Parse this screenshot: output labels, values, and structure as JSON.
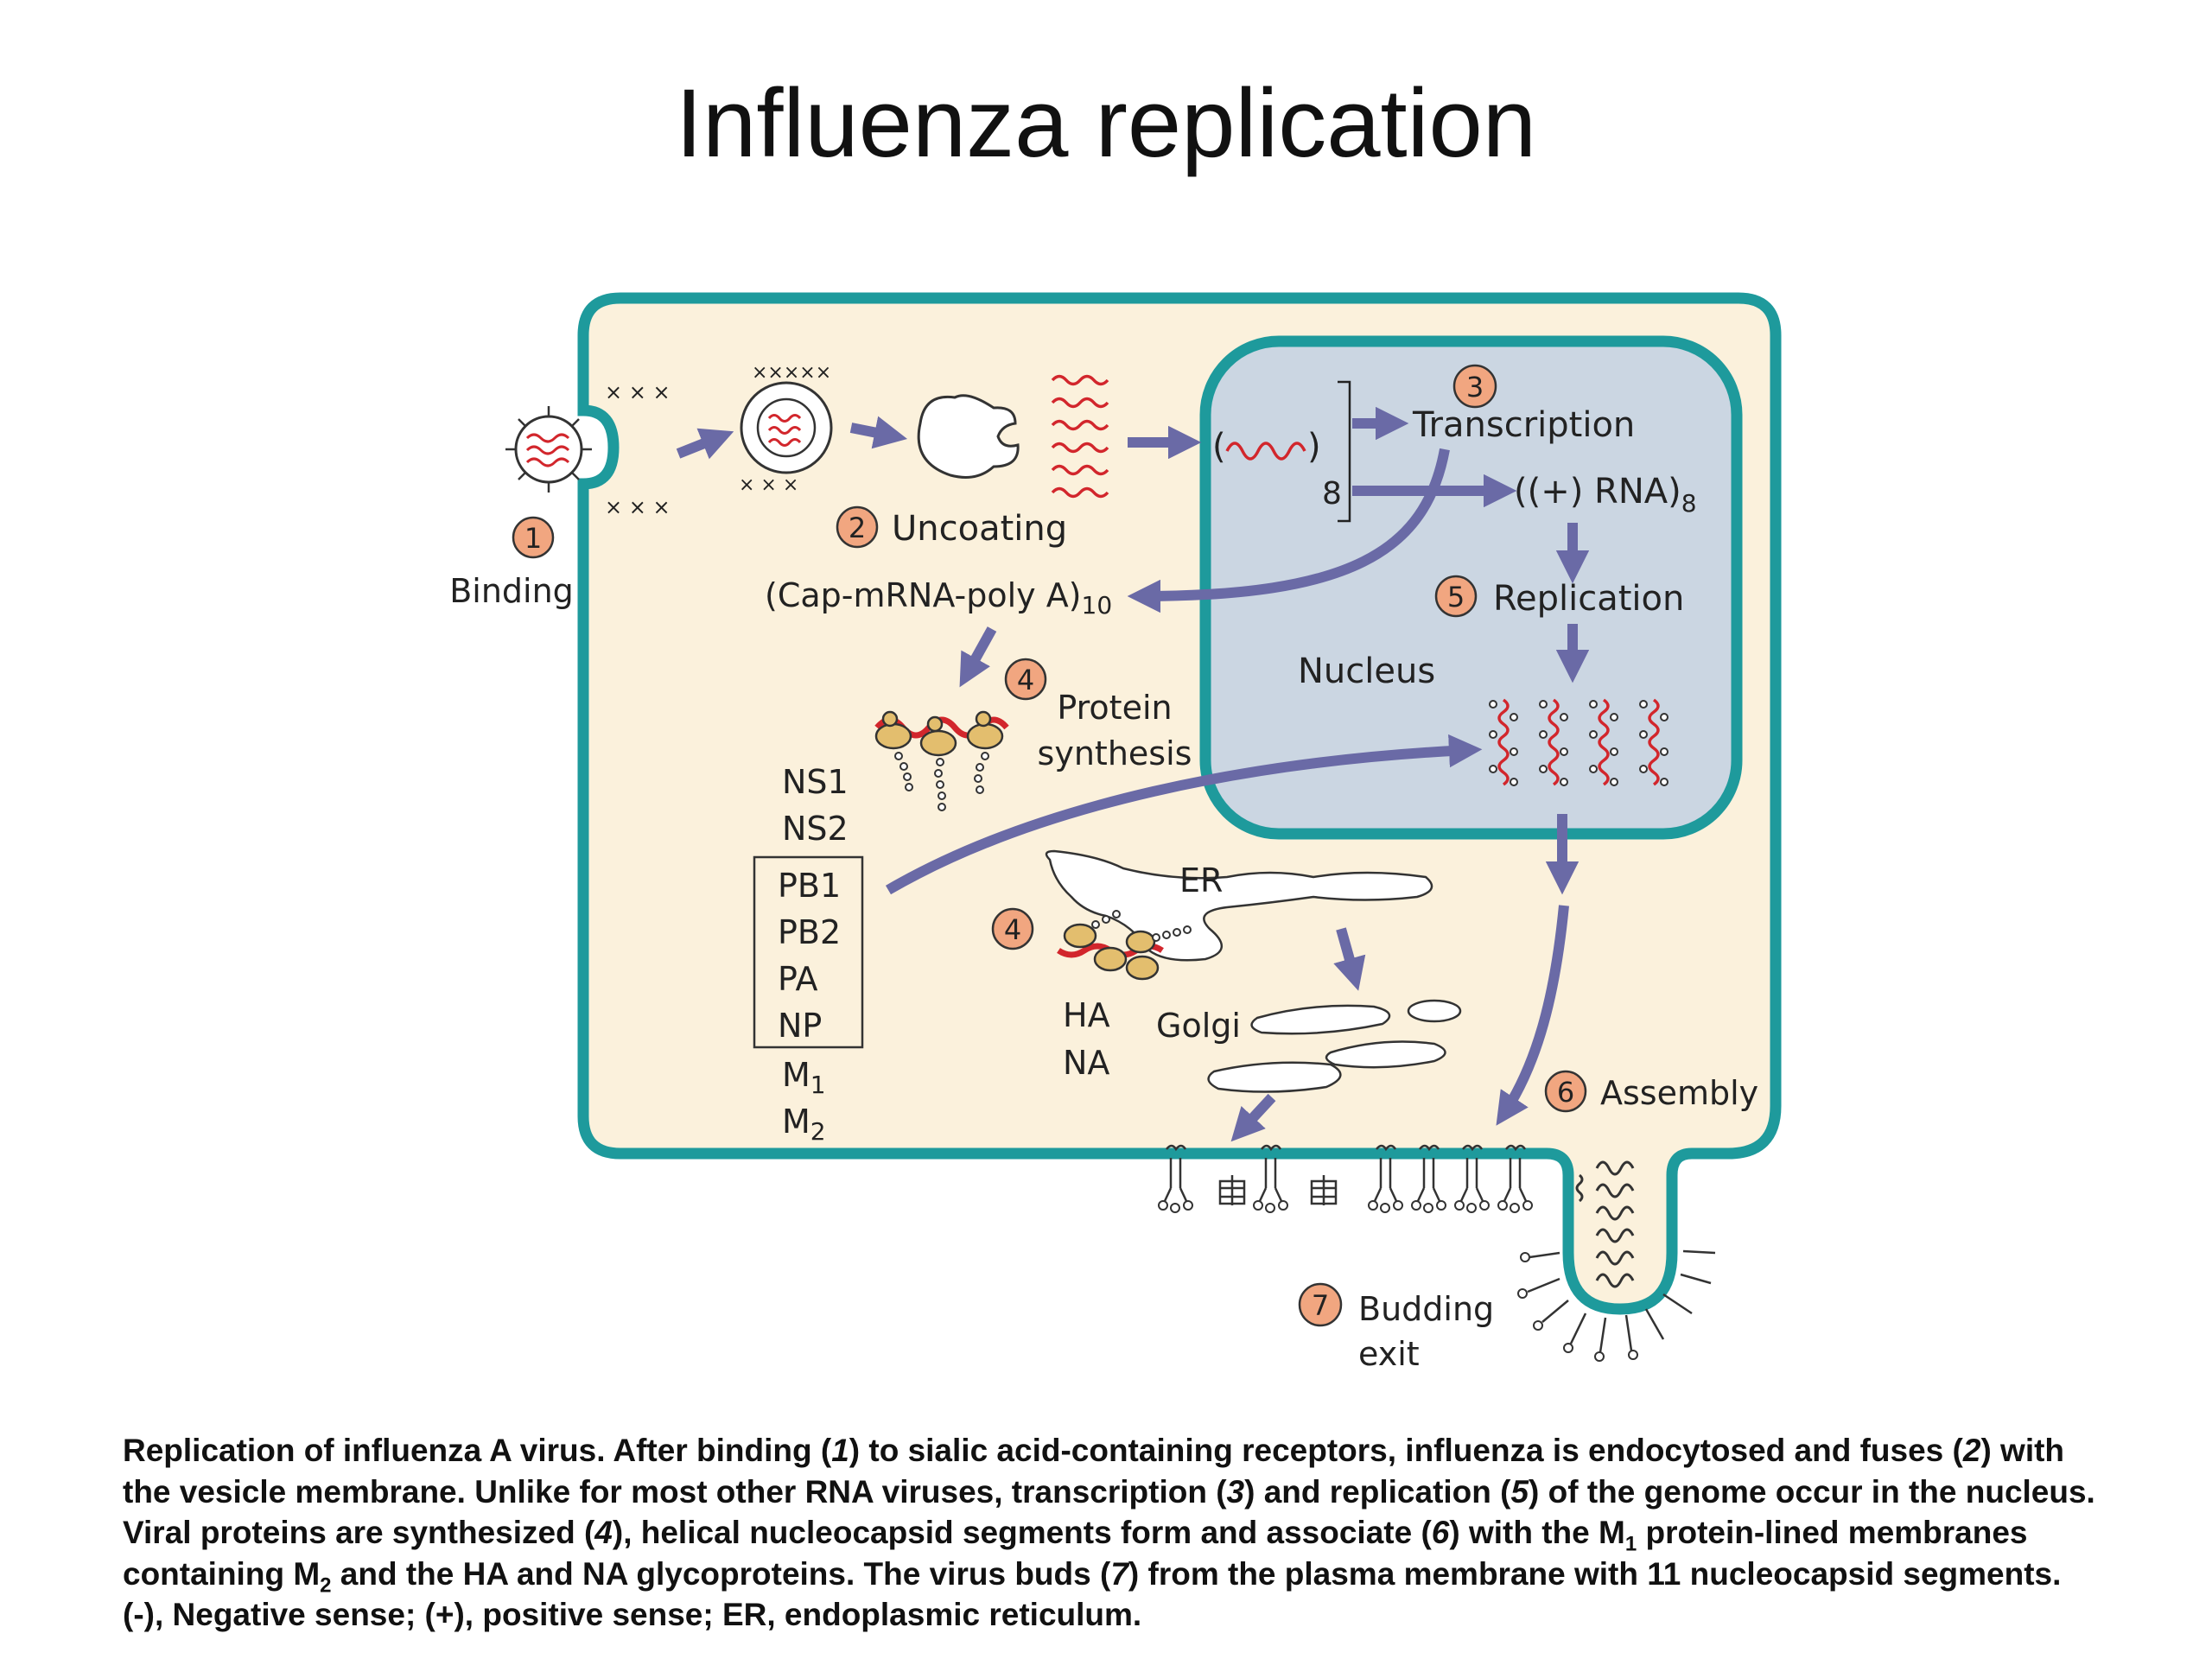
{
  "title": "Influenza replication",
  "colors": {
    "cytoplasm": "#FBF1DC",
    "membrane": "#1E9A9C",
    "nucleus": "#CBD6E2",
    "arrow": "#6A6AA6",
    "rna": "#D2262C",
    "ribosome": "#E3BE6E",
    "step_badge": "#F1A680"
  },
  "diagram": {
    "steps": {
      "s1": {
        "num": "1",
        "label": "Binding"
      },
      "s2": {
        "num": "2",
        "label": "Uncoating"
      },
      "s3": {
        "num": "3",
        "label": "Transcription"
      },
      "s4a": {
        "num": "4",
        "label_line1": "Protein",
        "label_line2": "synthesis"
      },
      "s4b": {
        "num": "4"
      },
      "s5": {
        "num": "5",
        "label": "Replication"
      },
      "s6": {
        "num": "6",
        "label": "Assembly"
      },
      "s7": {
        "num": "7",
        "label_line1": "Budding",
        "label_line2": "exit"
      }
    },
    "labels": {
      "genome_count": "8",
      "plus_rna_main": "((+) RNA)",
      "plus_rna_sub": "8",
      "mrna_main": "(Cap-mRNA-poly A)",
      "mrna_sub": "10",
      "nucleus": "Nucleus",
      "er": "ER",
      "golgi": "Golgi",
      "ns1": "NS1",
      "ns2": "NS2",
      "pb1": "PB1",
      "pb2": "PB2",
      "pa": "PA",
      "np": "NP",
      "m1_main": "M",
      "m1_sub": "1",
      "m2_main": "M",
      "m2_sub": "2",
      "ha": "HA",
      "na": "NA"
    }
  },
  "caption": {
    "p1": "Replication of influenza A virus. After binding (",
    "n1": "1",
    "p2": ") to sialic acid-containing receptors, influenza is endocytosed and fuses (",
    "n2": "2",
    "p3": ") with the vesicle membrane. Unlike for most other RNA viruses, transcription (",
    "n3": "3",
    "p4": ") and replication (",
    "n4": "5",
    "p5": ") of the genome occur in the nucleus. Viral proteins are synthesized (",
    "n5": "4",
    "p6": "), helical nucleocapsid segments form and associate (",
    "n6": "6",
    "p7": ") with the M",
    "sub1": "1",
    "p8": " protein-lined membranes containing M",
    "sub2": "2",
    "p9": " and the HA and NA glycoproteins. The virus buds (",
    "n7": "7",
    "p10": ") from the plasma membrane with 11 nucleocapsid segments. (-), Negative sense; (+), positive sense; ER, endoplasmic reticulum."
  }
}
